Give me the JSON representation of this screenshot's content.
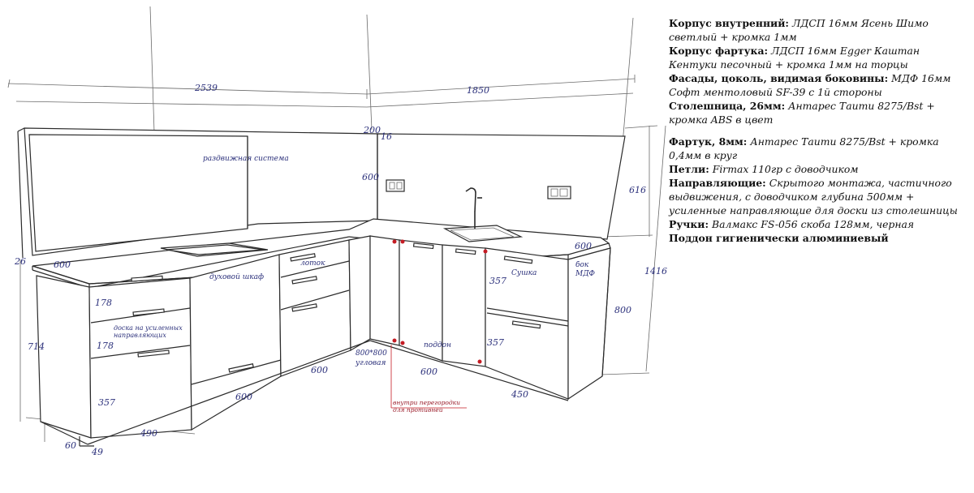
{
  "dimensions": {
    "top_left_length": "2539",
    "top_right_length": "1850",
    "corner_200": "200",
    "corner_16": "16",
    "apron_height": "600",
    "right_616": "616",
    "right_1416": "1416",
    "right_800": "800",
    "right_depth_600": "600",
    "left_depth_600": "600",
    "left_26": "26",
    "left_714": "714",
    "drawer_178_a": "178",
    "drawer_178_b": "178",
    "drawer_357_left": "357",
    "drawer_357_right_top": "357",
    "drawer_357_right_bottom": "357",
    "width_490": "490",
    "width_600_oven": "600",
    "width_600_drawers": "600",
    "width_600_sink": "600",
    "width_450": "450",
    "plinth_60": "60",
    "plinth_49": "49"
  },
  "annotations": {
    "sliding_system": "раздвижная система",
    "oven": "духовой шкаф",
    "tray": "лоток",
    "reinforced_board": "доска на усиленных направляющих",
    "corner_800": "800*800",
    "corner_label": "угловая",
    "pallet": "поддон",
    "dryer": "Сушка",
    "side_mdf": "бок МДФ",
    "partitions": "внутри перегородки для противней"
  },
  "spec": [
    {
      "label": "Корпус внутренний:",
      "text": "ЛДСП 16мм Ясень Шимо светлый + кромка 1мм"
    },
    {
      "label": "Корпус фартука:",
      "text": "ЛДСП 16мм Egger Каштан Кентуки песочный + кромка 1мм на торцы"
    },
    {
      "label": "Фасады, цоколь, видимая боковины:",
      "text": "МДФ 16мм Софт ментоловый SF-39 с 1й стороны"
    },
    {
      "label": "Столешница, 26мм:",
      "text": "Антарес Таити 8275/Bst + кромка ABS в цвет"
    },
    {
      "label": "Фартук, 8мм:",
      "text": "Антарес Таити 8275/Bst + кромка 0,4мм в круг"
    },
    {
      "label": "Петли:",
      "text": "Firmax 110гр с доводчиком"
    },
    {
      "label": "Направляющие:",
      "text": "Скрытого монтажа, частичного выдвижения, с доводчиком глубина 500мм + усиленные направляющие для доски из столешницы"
    },
    {
      "label": "Ручки:",
      "text": "Валмакс FS-056 скоба 128мм, черная"
    },
    {
      "label": "Поддон гигиенически алюминиевый",
      "text": ""
    }
  ]
}
